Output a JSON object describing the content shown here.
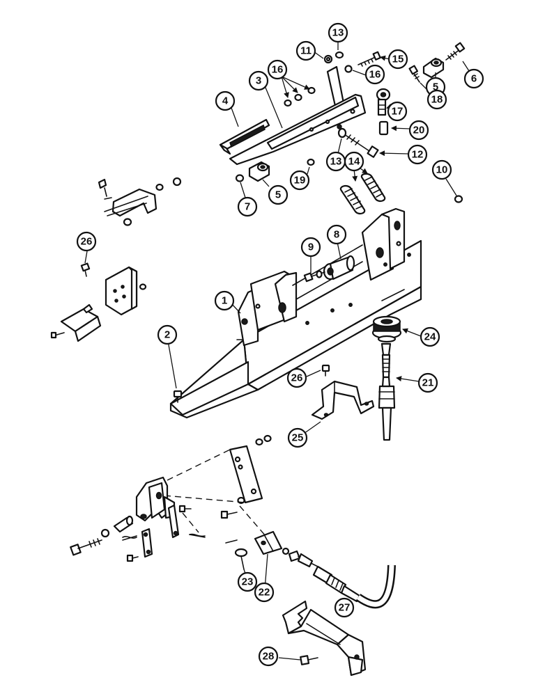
{
  "callouts": [
    {
      "id": "c13a",
      "label": "13"
    },
    {
      "id": "c11",
      "label": "11"
    },
    {
      "id": "c15",
      "label": "15"
    },
    {
      "id": "c16a",
      "label": "16"
    },
    {
      "id": "c6",
      "label": "6"
    },
    {
      "id": "c5a",
      "label": "5"
    },
    {
      "id": "c18",
      "label": "18"
    },
    {
      "id": "c16b",
      "label": "16"
    },
    {
      "id": "c3",
      "label": "3"
    },
    {
      "id": "c4",
      "label": "4"
    },
    {
      "id": "c17",
      "label": "17"
    },
    {
      "id": "c20",
      "label": "20"
    },
    {
      "id": "c12",
      "label": "12"
    },
    {
      "id": "c13b",
      "label": "13"
    },
    {
      "id": "c14",
      "label": "14"
    },
    {
      "id": "c19",
      "label": "19"
    },
    {
      "id": "c10",
      "label": "10"
    },
    {
      "id": "c5b",
      "label": "5"
    },
    {
      "id": "c7",
      "label": "7"
    },
    {
      "id": "c26a",
      "label": "26"
    },
    {
      "id": "c9",
      "label": "9"
    },
    {
      "id": "c8",
      "label": "8"
    },
    {
      "id": "c1",
      "label": "1"
    },
    {
      "id": "c2",
      "label": "2"
    },
    {
      "id": "c24",
      "label": "24"
    },
    {
      "id": "c26b",
      "label": "26"
    },
    {
      "id": "c21",
      "label": "21"
    },
    {
      "id": "c25",
      "label": "25"
    },
    {
      "id": "c23",
      "label": "23"
    },
    {
      "id": "c22",
      "label": "22"
    },
    {
      "id": "c27",
      "label": "27"
    },
    {
      "id": "c28",
      "label": "28"
    }
  ]
}
